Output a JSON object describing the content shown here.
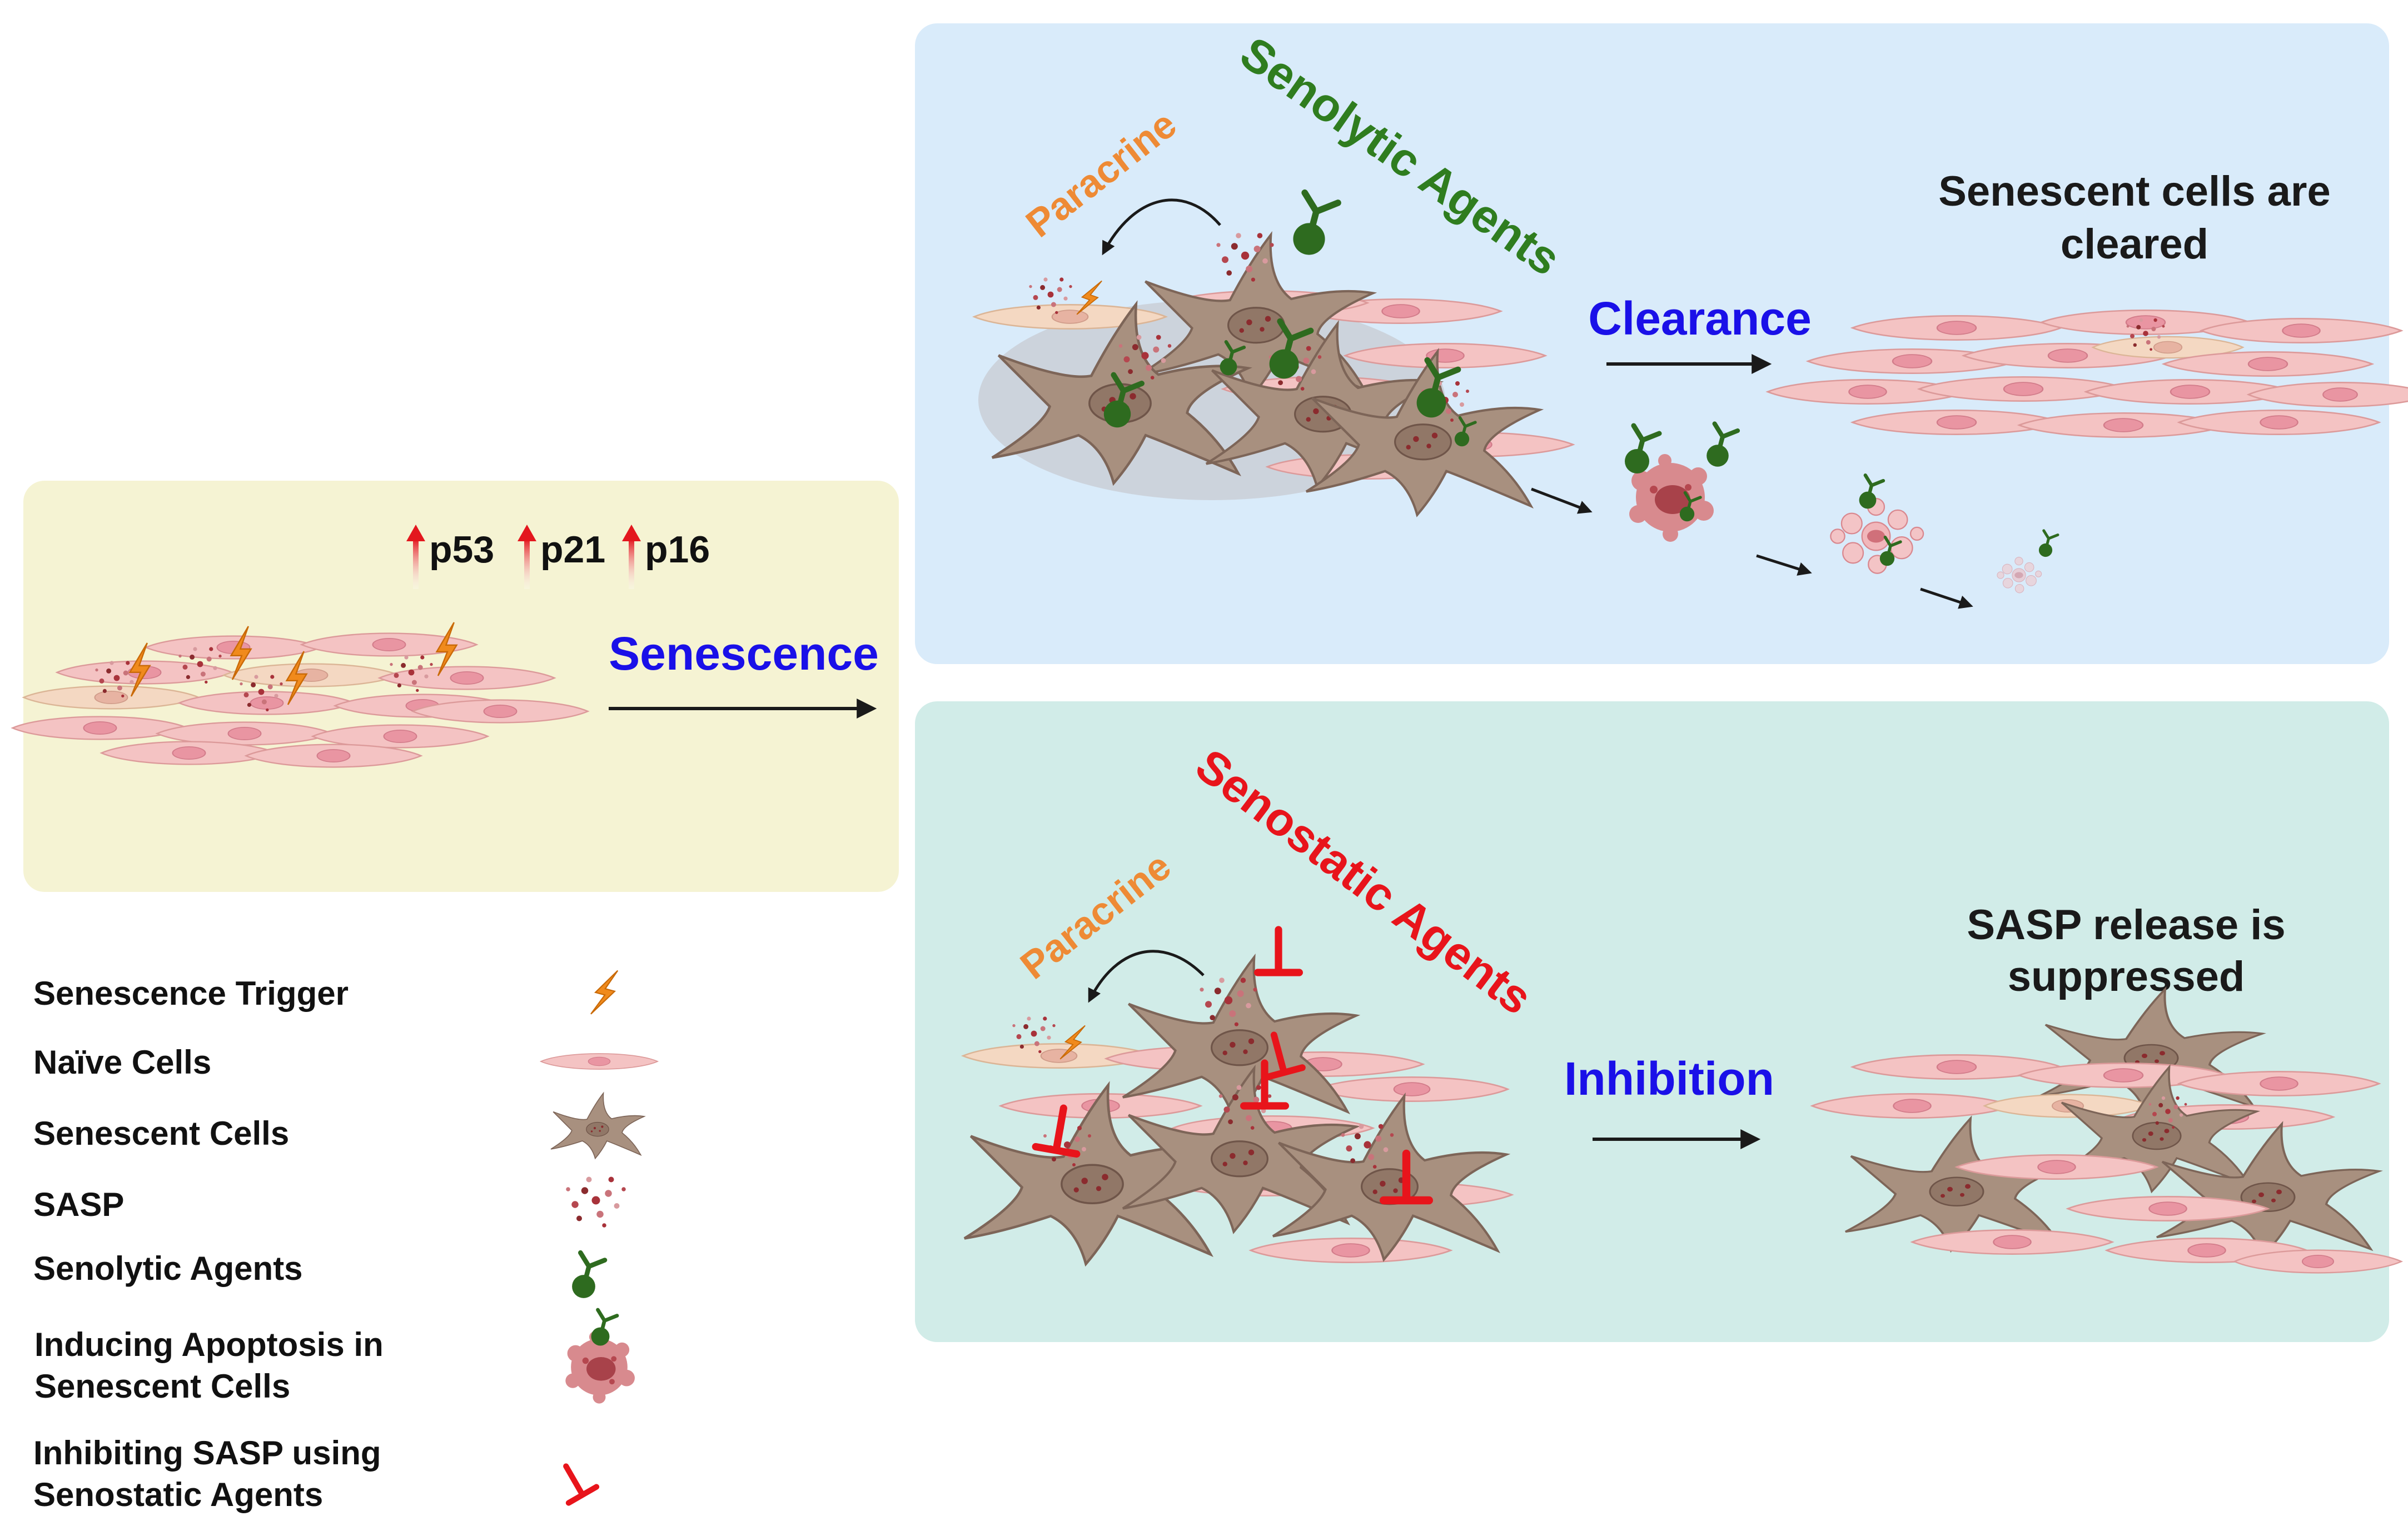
{
  "markers": {
    "p53": "p53",
    "p21": "p21",
    "p16": "p16"
  },
  "steps": {
    "senescence": "Senescence",
    "clearance": "Clearance",
    "inhibition": "Inhibition"
  },
  "top_panel": {
    "paracrine": "Paracrine",
    "agent": "Senolytic Agents",
    "outcome_line1": "Senescent cells are",
    "outcome_line2": "cleared"
  },
  "bottom_panel": {
    "paracrine": "Paracrine",
    "agent": "Senostatic Agents",
    "outcome_line1": "SASP release is",
    "outcome_line2": "suppressed"
  },
  "legend": [
    {
      "line1": "Senescence Trigger",
      "line2": "",
      "icon": "lightning-icon"
    },
    {
      "line1": "Naïve Cells",
      "line2": "",
      "icon": "naive-cell-icon"
    },
    {
      "line1": "Senescent Cells",
      "line2": "",
      "icon": "senescent-cell-icon"
    },
    {
      "line1": "SASP",
      "line2": "",
      "icon": "sasp-icon"
    },
    {
      "line1": "Senolytic Agents",
      "line2": "",
      "icon": "senolytic-agent-icon"
    },
    {
      "line1": "Inducing Apoptosis in",
      "line2": "Senescent Cells",
      "icon": "apoptosis-icon"
    },
    {
      "line1": "Inhibiting SASP using",
      "line2": "Senostatic Agents",
      "icon": "inhibitor-icon"
    }
  ],
  "colors": {
    "trigger_panel": "#f5f3d3",
    "senolytic_panel": "#d9ebfa",
    "senostatic_panel": "#d1ece8",
    "naive_cell": "#f4c3c3",
    "senescent_cell": "#a8907f",
    "senolytic_agent": "#2e6b1f",
    "senostatic_agent": "#e8141b",
    "lightning": "#f08a1c",
    "step_label": "#1a10e8",
    "paracrine_label": "#ee8a35"
  }
}
